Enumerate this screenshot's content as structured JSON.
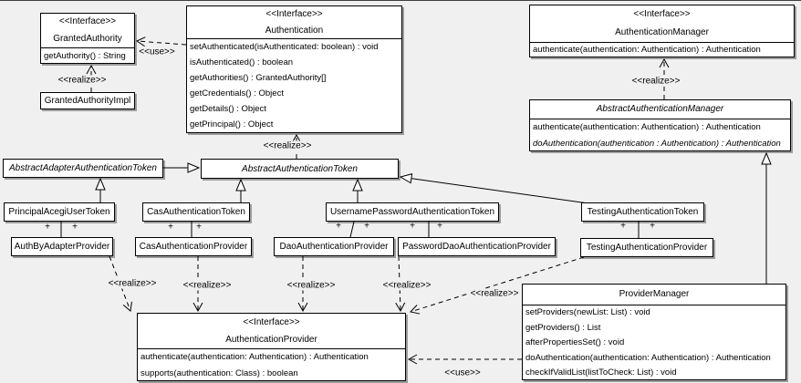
{
  "labels": {
    "use": "<<use>>",
    "realize": "<<realize>>",
    "plus": "+"
  },
  "colors": {
    "background": "#f0f0f0",
    "box_fill": "#ffffff",
    "line": "#000000",
    "shadow": "#999999"
  },
  "classes": {
    "granted_authority": {
      "stereotype": "<<Interface>>",
      "name": "GrantedAuthority",
      "methods": [
        "getAuthority() : String"
      ]
    },
    "granted_authority_impl": {
      "name": "GrantedAuthorityImpl"
    },
    "authentication": {
      "stereotype": "<<Interface>>",
      "name": "Authentication",
      "methods": [
        "setAuthenticated(isAuthenticated: boolean) : void",
        "isAuthenticated() : boolean",
        "getAuthorities() : GrantedAuthority[]",
        "getCredentials() : Object",
        "getDetails() : Object",
        "getPrincipal() : Object"
      ]
    },
    "authentication_manager": {
      "stereotype": "<<Interface>>",
      "name": "AuthenticationManager",
      "methods": [
        "authenticate(authentication: Authentication) : Authentication"
      ]
    },
    "abstract_authentication_manager": {
      "name": "AbstractAuthenticationManager",
      "methods": [
        "authenticate(authentication: Authentication) : Authentication",
        "doAuthentication(authentication : Authentication) : Authentication"
      ]
    },
    "abstract_adapter_authentication_token": {
      "name": "AbstractAdapterAuthenticationToken"
    },
    "abstract_authentication_token": {
      "name": "AbstractAuthenticationToken"
    },
    "principal_acegi_user_token": {
      "name": "PrincipalAcegiUserToken"
    },
    "cas_authentication_token": {
      "name": "CasAuthenticationToken"
    },
    "username_password_authentication_token": {
      "name": "UsernamePasswordAuthenticationToken"
    },
    "testing_authentication_token": {
      "name": "TestingAuthenticationToken"
    },
    "auth_by_adapter_provider": {
      "name": "AuthByAdapterProvider"
    },
    "cas_authentication_provider": {
      "name": "CasAuthenticationProvider"
    },
    "dao_authentication_provider": {
      "name": "DaoAuthenticationProvider"
    },
    "password_dao_authentication_provider": {
      "name": "PasswordDaoAuthenticationProvider"
    },
    "testing_authentication_provider": {
      "name": "TestingAuthenticationProvider"
    },
    "authentication_provider": {
      "stereotype": "<<Interface>>",
      "name": "AuthenticationProvider",
      "methods": [
        "authenticate(authentication: Authentication) : Authentication",
        "supports(authentication: Class) : boolean"
      ]
    },
    "provider_manager": {
      "name": "ProviderManager",
      "methods": [
        "setProviders(newList: List) : void",
        "getProviders() : List",
        "afterPropertiesSet() : void",
        "doAuthentication(authentication: Authentication) : Authentication",
        "checkIfValidList(listToCheck: List) : void"
      ]
    }
  }
}
